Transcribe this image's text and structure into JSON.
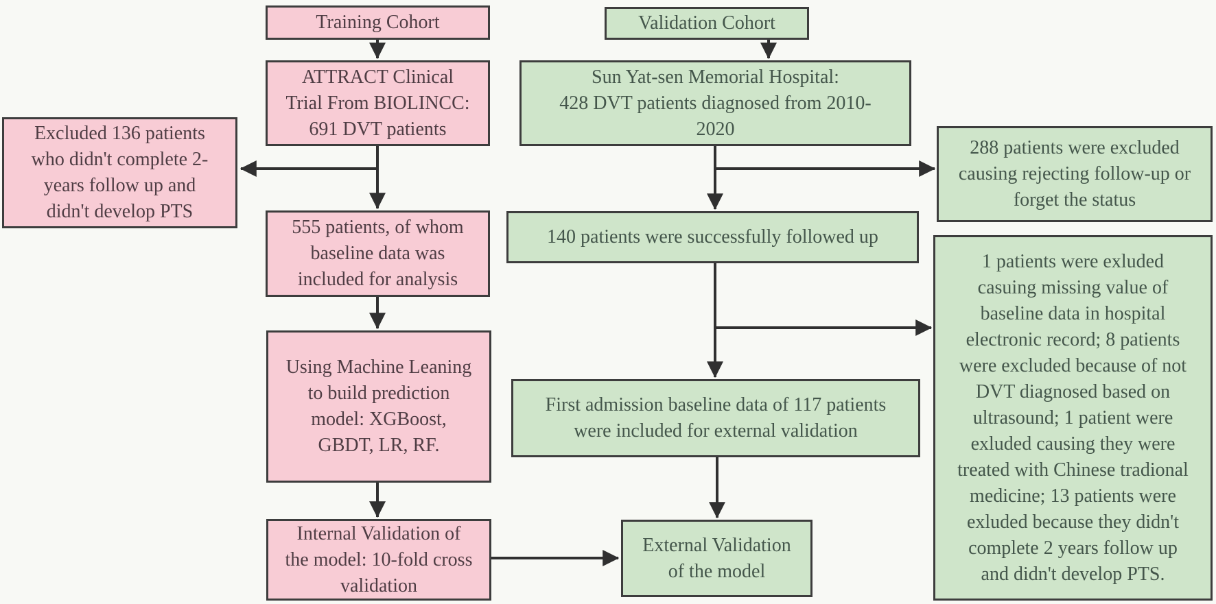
{
  "colors": {
    "background": "#f8f9f5",
    "pink_fill": "#f8ccd5",
    "pink_border": "#3d3d3d",
    "pink_text": "#4f3d44",
    "green_fill": "#cfe5ca",
    "green_border": "#3d3d3d",
    "green_text": "#44564b",
    "arrow": "#303030"
  },
  "nodes": {
    "training_cohort": {
      "label": "Training Cohort"
    },
    "attract": {
      "label": "ATTRACT Clinical\nTrial From BIOLINCC:\n691 DVT patients"
    },
    "excluded_136": {
      "label": "Excluded 136 patients\nwho didn't complete 2-\nyears follow up and\ndidn't develop PTS"
    },
    "included_555": {
      "label": "555 patients, of whom\nbaseline data was\nincluded for analysis"
    },
    "ml_model": {
      "label": "Using Machine Leaning\nto build prediction\nmodel: XGBoost,\nGBDT, LR, RF."
    },
    "internal_validation": {
      "label": "Internal Validation of\nthe model: 10-fold cross\nvalidation"
    },
    "validation_cohort": {
      "label": "Validation Cohort"
    },
    "sun_yat_sen": {
      "label": "Sun Yat-sen Memorial Hospital:\n428 DVT patients diagnosed from 2010-\n2020"
    },
    "excluded_288": {
      "label": "288 patients were excluded\ncausing rejecting follow-up or\nforget the status"
    },
    "followed_140": {
      "label": "140 patients were successfully followed up"
    },
    "excluded_details": {
      "label": "1 patients were exluded\ncasuing missing value of\nbaseline data in hospital\nelectronic record; 8 patients\nwere excluded because of not\nDVT diagnosed based on\nultrasound; 1 patient were\nexluded causing they were\ntreated with Chinese tradional\nmedicine; 13 patients were\nexluded because they didn't\ncomplete 2 years follow up\nand didn't develop PTS."
    },
    "first_admission_117": {
      "label": "First admission baseline data of 117 patients\nwere included for external validation"
    },
    "external_validation": {
      "label": "External Validation\nof the model"
    }
  }
}
